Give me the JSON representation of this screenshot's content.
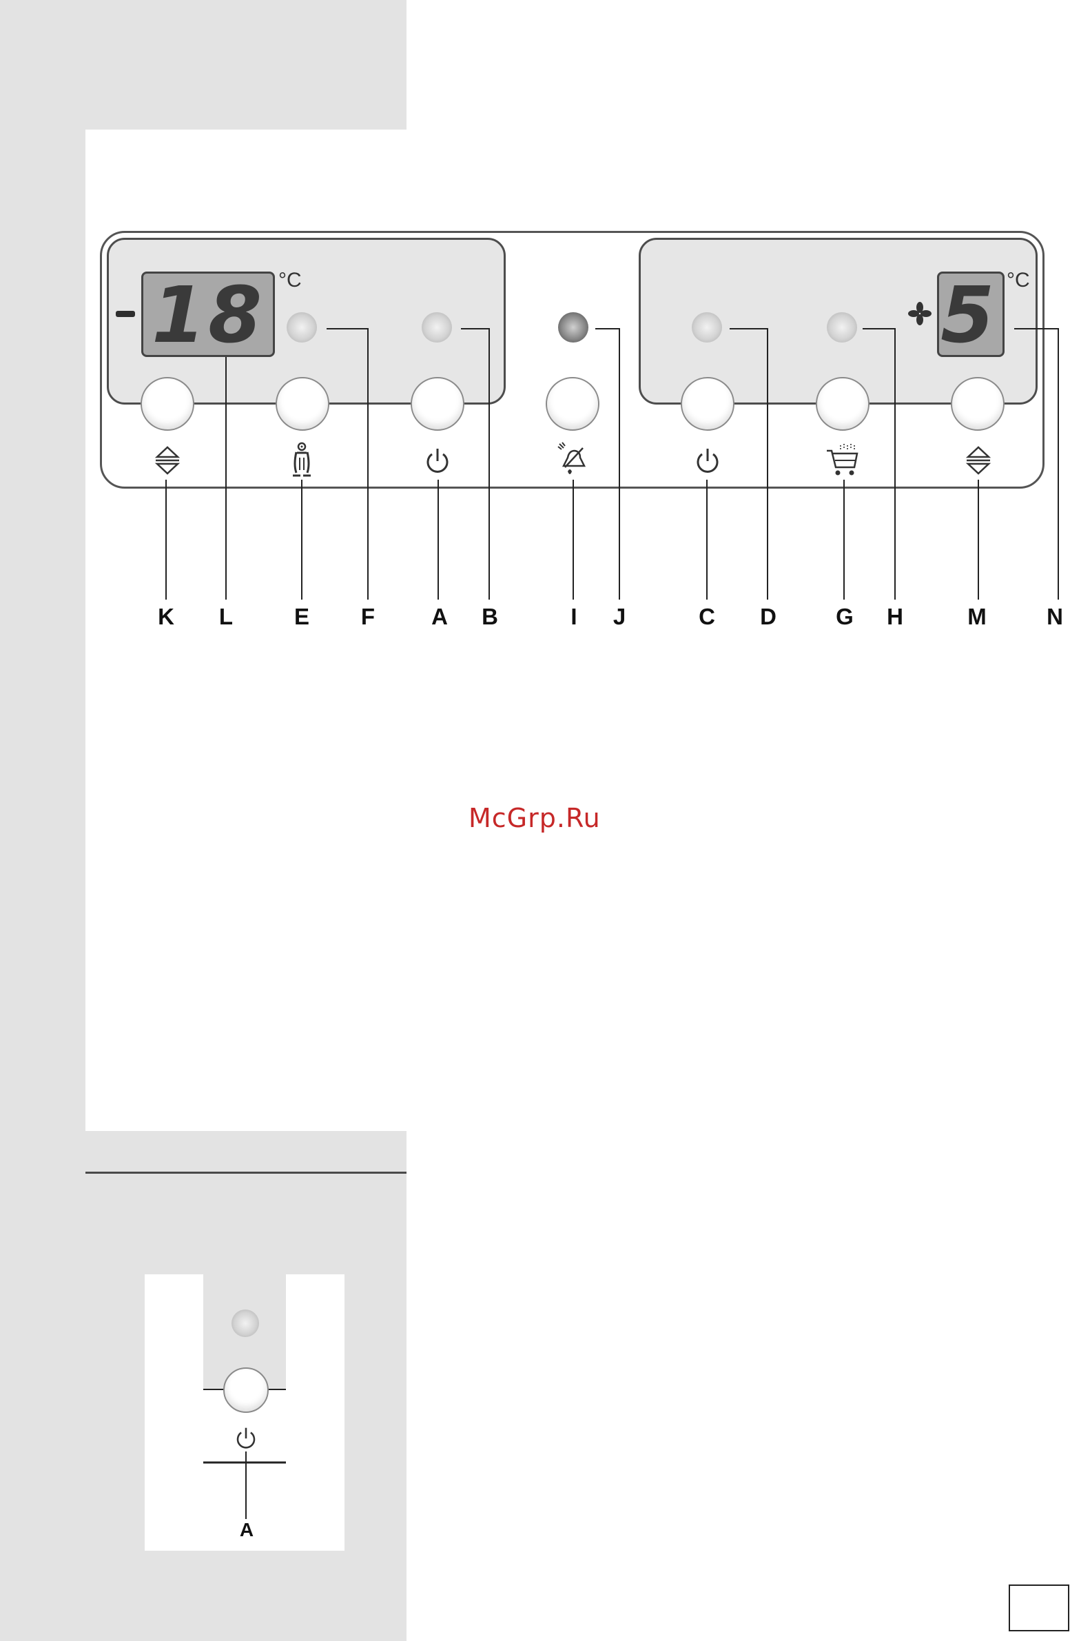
{
  "freezer": {
    "display_sign": "-",
    "display_value": "18",
    "unit": "°C"
  },
  "fridge": {
    "display_value": "5",
    "unit": "°C"
  },
  "icons": {
    "K": "up-down-arrows-icon",
    "E": "penguin-icon",
    "A": "power-icon",
    "I": "alarm-bell-icon",
    "C": "power-icon",
    "G": "shopping-cart-icon",
    "M": "up-down-arrows-icon",
    "N": "fan-icon"
  },
  "callout_labels": [
    "K",
    "L",
    "E",
    "F",
    "A",
    "B",
    "I",
    "J",
    "C",
    "D",
    "G",
    "H",
    "M",
    "N"
  ],
  "inset": {
    "label": "A"
  },
  "watermark": "McGrp.Ru",
  "colors": {
    "panel_bg": "#e6e6e6",
    "lcd_bg": "#a8a8a8",
    "watermark": "#c62828"
  }
}
